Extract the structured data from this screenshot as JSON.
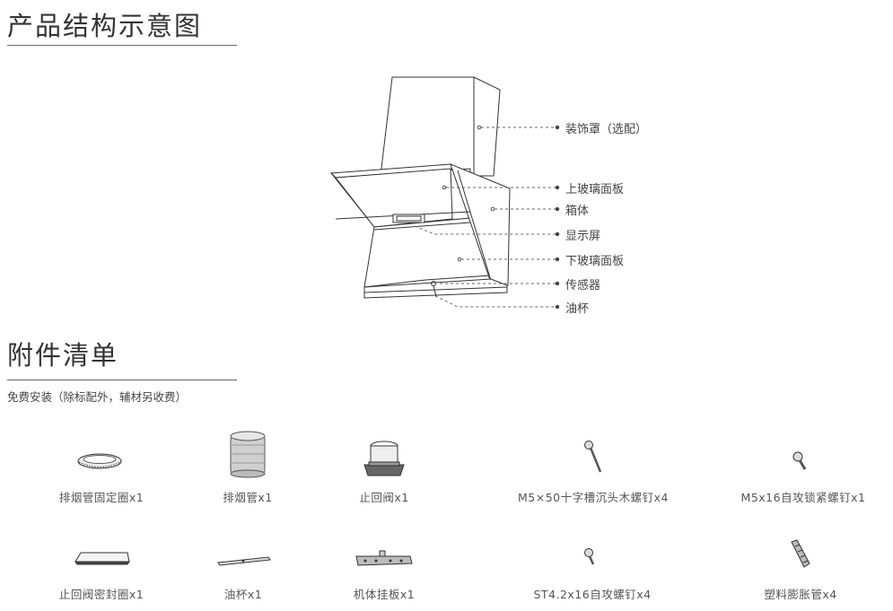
{
  "structure": {
    "title": "产品结构示意图",
    "parts": [
      "装饰罩（选配）",
      "上玻璃面板",
      "箱体",
      "显示屏",
      "下玻璃面板",
      "传感器",
      "油杯"
    ]
  },
  "accessories": {
    "title": "附件清单",
    "note": "免费安装（除标配外，辅材另收费）",
    "items": [
      {
        "label": "排烟管固定圈x1",
        "icon": "fixing-ring-icon"
      },
      {
        "label": "排烟管x1",
        "icon": "exhaust-pipe-icon"
      },
      {
        "label": "止回阀x1",
        "icon": "check-valve-icon"
      },
      {
        "label": "M5×50十字槽沉头木螺钉x4",
        "icon": "wood-screw-icon"
      },
      {
        "label": "M5x16自攻锁紧螺钉x1",
        "icon": "locking-screw-icon"
      },
      {
        "label": "止回阀密封圈x1",
        "icon": "seal-ring-icon"
      },
      {
        "label": "油杯x1",
        "icon": "oil-cup-icon"
      },
      {
        "label": "机体挂板x1",
        "icon": "mounting-plate-icon"
      },
      {
        "label": "ST4.2x16自攻螺钉x4",
        "icon": "tapping-screw-icon"
      },
      {
        "label": "塑料膨胀管x4",
        "icon": "expansion-anchor-icon"
      }
    ]
  }
}
